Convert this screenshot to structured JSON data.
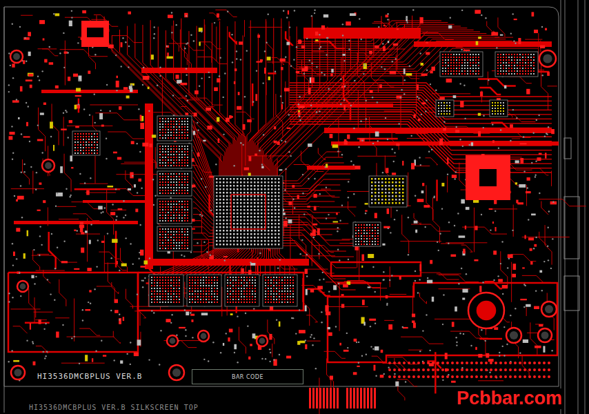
{
  "diagram": {
    "nodes": [
      {
        "text": [
          "BAR CODE"
        ]
      }
    ],
    "labels": [
      "HI3536DMCBPLUS VER.B",
      "HI3536DMCBPLUS VER.B SILKSCREEN TOP",
      "Pcbbar.com"
    ]
  }
}
